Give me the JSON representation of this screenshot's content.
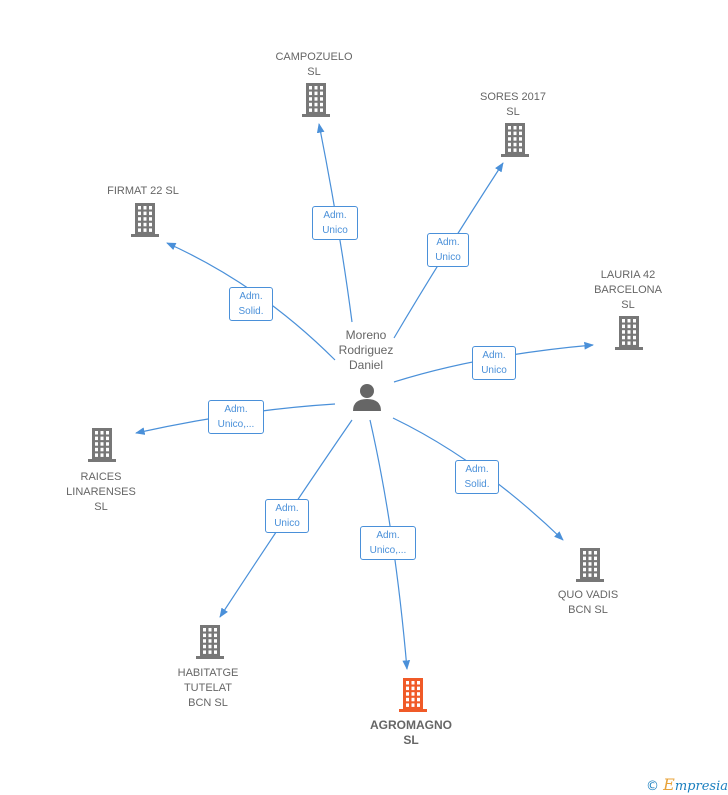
{
  "center": {
    "label": "Moreno\nRodriguez\nDaniel",
    "icon": "person-icon"
  },
  "companies": [
    {
      "id": "campozuelo",
      "label": "CAMPOZUELO\nSL",
      "role": "Adm.\nUnico",
      "focus": false
    },
    {
      "id": "sores",
      "label": "SORES 2017\nSL",
      "role": "Adm.\nUnico",
      "focus": false
    },
    {
      "id": "firmat",
      "label": "FIRMAT 22  SL",
      "role": "Adm.\nSolid.",
      "focus": false
    },
    {
      "id": "lauria",
      "label": "LAURIA 42\nBARCELONA\nSL",
      "role": "Adm.\nUnico",
      "focus": false
    },
    {
      "id": "raices",
      "label": "RAICES\nLINARENSES\nSL",
      "role": "Adm.\nUnico,...",
      "focus": false
    },
    {
      "id": "quovadis",
      "label": "QUO VADIS\nBCN  SL",
      "role": "Adm.\nSolid.",
      "focus": false
    },
    {
      "id": "habitatge",
      "label": "HABITATGE\nTUTELAT\nBCN SL",
      "role": "Adm.\nUnico",
      "focus": false
    },
    {
      "id": "agromagno",
      "label": "AGROMAGNO\nSL",
      "role": "Adm.\nUnico,...",
      "focus": true
    }
  ],
  "colors": {
    "edge": "#4a90d9",
    "building": "#777777",
    "building_focus": "#f05a28",
    "person": "#666666"
  },
  "footer": {
    "copyright": "©",
    "brand_initial": "E",
    "brand_rest": "mpresia"
  }
}
